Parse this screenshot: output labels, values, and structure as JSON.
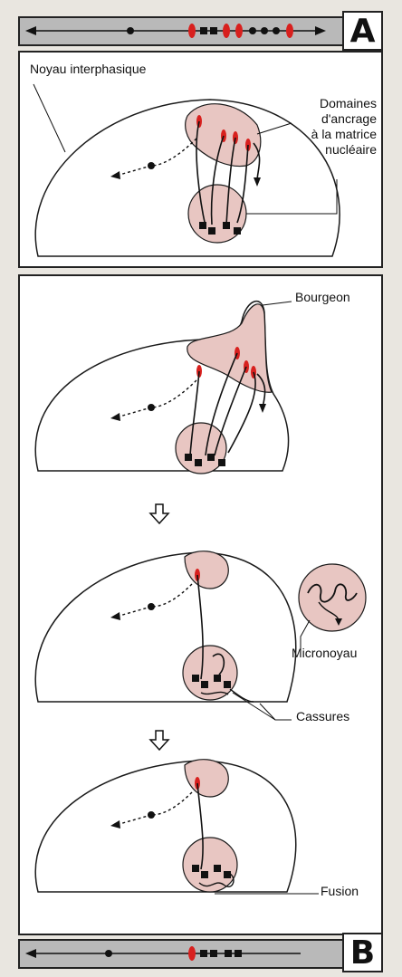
{
  "panel_a": {
    "letter": "A",
    "label_nucleus": "Noyau interphasique",
    "label_domains_line1": "Domaines",
    "label_domains_line2": "d'ancrage",
    "label_domains_line3": "à la matrice",
    "label_domains_line4": "nucléaire"
  },
  "panel_b": {
    "letter": "B",
    "label_bud": "Bourgeon",
    "label_micronucleus": "Micronoyau",
    "label_breaks": "Cassures",
    "label_fusion": "Fusion"
  },
  "colors": {
    "anchor_red": "#d8201e",
    "pink_fill": "#e8c6c2",
    "outline": "#1a1a1a",
    "bar_gray": "#b9b9b9"
  }
}
